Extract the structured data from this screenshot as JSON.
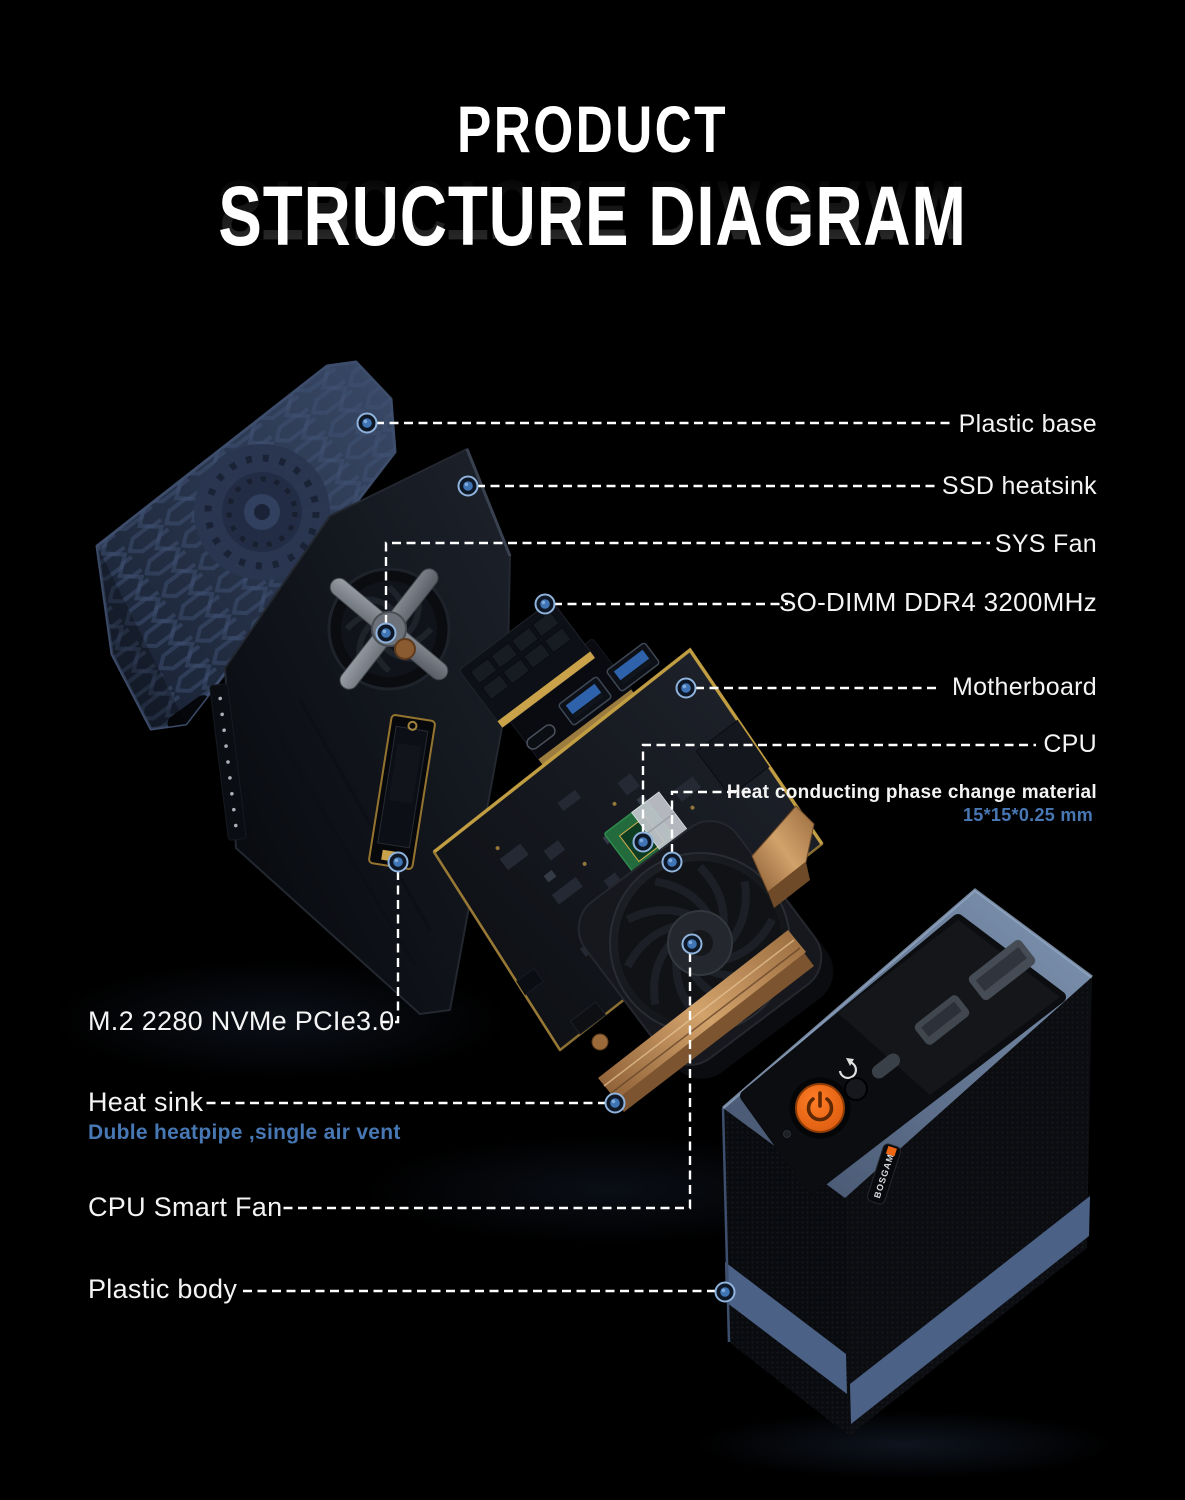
{
  "title": {
    "line1": "PRODUCT",
    "line2": "STRUCTURE DIAGRAM"
  },
  "callouts": {
    "right": [
      {
        "label": "Plastic base"
      },
      {
        "label": "SSD heatsink"
      },
      {
        "label": "SYS Fan"
      },
      {
        "label": "SO-DIMM DDR4 3200MHz"
      },
      {
        "label": "Motherboard"
      },
      {
        "label": "CPU"
      },
      {
        "label": "Heat conducting phase change material",
        "sub": "15*15*0.25 mm"
      }
    ],
    "left": [
      {
        "label": "M.2 2280 NVMe PCIe3.0"
      },
      {
        "label": "Heat sink",
        "sub": "Duble heatpipe ,single air vent"
      },
      {
        "label": "CPU Smart Fan"
      },
      {
        "label": "Plastic body"
      }
    ]
  },
  "device": {
    "brand_label": "BOSGAME"
  },
  "colors": {
    "background": "#000000",
    "label_text": "#f4f4f4",
    "accent_blue_text": "#4878b4",
    "callout_line": "#ffffff",
    "anchor_dot_fill": "#3f74b5",
    "anchor_dot_ring": "#8fb3dc",
    "power_button_orange": "#ec6614",
    "case_blue": "#5a7191",
    "copper": "#c69a6b",
    "pcb_gold": "#c8a345",
    "cpu_green": "#236b3c"
  }
}
